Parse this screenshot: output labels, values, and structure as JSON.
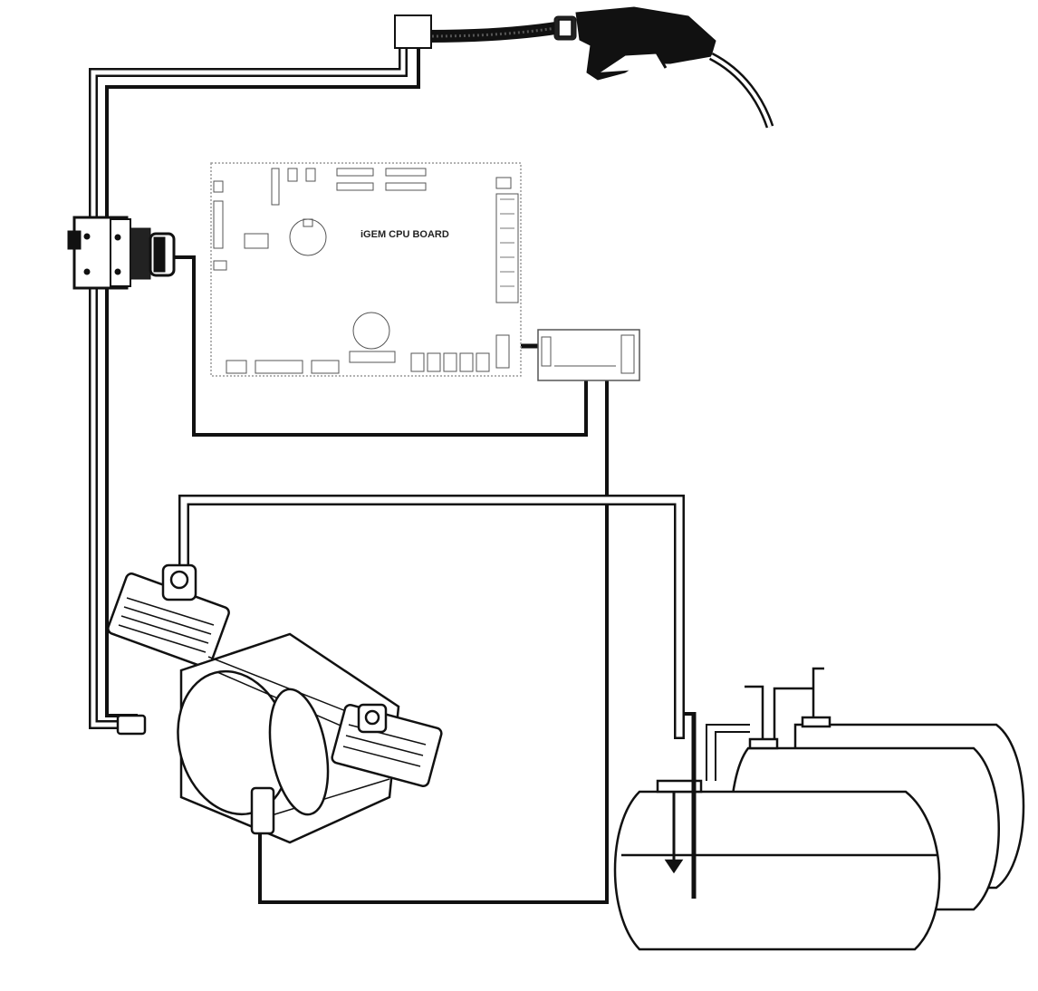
{
  "diagram": {
    "cpu_board": {
      "label": "iGEM CPU BOARD"
    },
    "components": [
      {
        "id": "nozzle",
        "icon": "fuel-nozzle-icon"
      },
      {
        "id": "junction-box",
        "icon": "junction-box-icon"
      },
      {
        "id": "meter",
        "icon": "flow-meter-icon"
      },
      {
        "id": "cpu-board",
        "icon": "circuit-board-icon"
      },
      {
        "id": "interface-module",
        "icon": "pcb-module-icon"
      },
      {
        "id": "pump",
        "icon": "pump-motor-icon"
      },
      {
        "id": "tanks",
        "icon": "storage-tank-icon"
      }
    ],
    "colors": {
      "line": "#111111",
      "pipe_fill": "#ffffff",
      "background": "#ffffff"
    }
  }
}
